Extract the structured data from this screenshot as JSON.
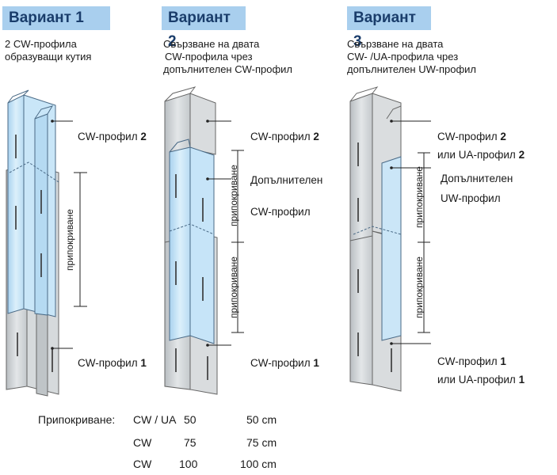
{
  "variants": [
    {
      "title": "Вариант 1",
      "desc": [
        "2  CW-профила",
        "образуващи кутия"
      ],
      "top_label": "CW-профил ",
      "top_num": "2",
      "bottom_label": "CW-профил ",
      "bottom_num": "1",
      "overlap": "припокриване"
    },
    {
      "title": "Вариант 2",
      "desc": [
        "Свързване на двата",
        "CW-профила чрез",
        "допълнителен CW-профил"
      ],
      "top_label": "CW-профил ",
      "top_num": "2",
      "mid_label_1": "Допълнителен",
      "mid_label_2": "CW-профил",
      "bottom_label": "CW-профил ",
      "bottom_num": "1",
      "overlap": "припокриване"
    },
    {
      "title": "Вариант 3",
      "desc": [
        "Свързване на двата",
        "CW- /UA-профила чрез",
        "допълнителен UW-профил"
      ],
      "top_label_1": "CW-профил ",
      "top_num_1": "2",
      "top_label_2": "или UA-профил ",
      "top_num_2": "2",
      "mid_label_1": "Допълнителен",
      "mid_label_2": "UW-профил",
      "bottom_label_1": "CW-профил ",
      "bottom_num_1": "1",
      "bottom_label_2": "или UA-профил ",
      "bottom_num_2": "1",
      "overlap": "припокриване"
    }
  ],
  "overlap_table": {
    "heading": "Припокриване:",
    "rows": [
      {
        "profile": "CW / UA",
        "size": "50",
        "length": "50 cm"
      },
      {
        "profile": "CW",
        "size": "75",
        "length": "75 cm"
      },
      {
        "profile": "CW",
        "size": "100",
        "length": "100 cm"
      }
    ]
  },
  "colors": {
    "title_bg": "#a9cfee",
    "title_text": "#1a3d6b",
    "profile_grey": "#cfd3d6",
    "profile_blue": "#cbe6f7"
  }
}
